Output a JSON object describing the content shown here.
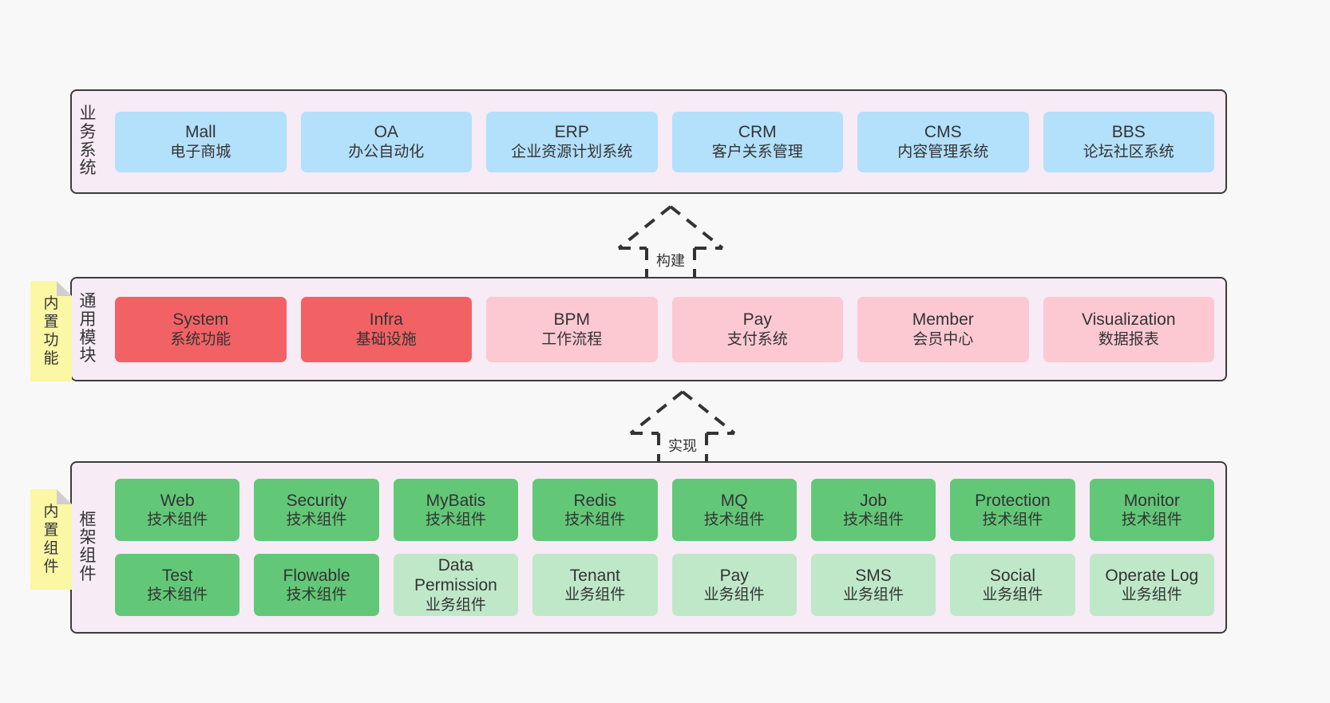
{
  "layers": [
    {
      "key": "business",
      "label_chars": [
        "业",
        "务",
        "系",
        "统"
      ],
      "rows": [
        [
          {
            "en": "Mall",
            "cn": "电子商城"
          },
          {
            "en": "OA",
            "cn": "办公自动化"
          },
          {
            "en": "ERP",
            "cn": "企业资源计划系统"
          },
          {
            "en": "CRM",
            "cn": "客户关系管理"
          },
          {
            "en": "CMS",
            "cn": "内容管理系统"
          },
          {
            "en": "BBS",
            "cn": "论坛社区系统"
          }
        ]
      ]
    },
    {
      "key": "modules",
      "label_chars": [
        "通",
        "用",
        "模",
        "块"
      ],
      "rows": [
        [
          {
            "en": "System",
            "cn": "系统功能"
          },
          {
            "en": "Infra",
            "cn": "基础设施"
          },
          {
            "en": "BPM",
            "cn": "工作流程"
          },
          {
            "en": "Pay",
            "cn": "支付系统"
          },
          {
            "en": "Member",
            "cn": "会员中心"
          },
          {
            "en": "Visualization",
            "cn": "数据报表"
          }
        ]
      ]
    },
    {
      "key": "framework",
      "label_chars": [
        "框",
        "架",
        "组",
        "件"
      ],
      "rows": [
        [
          {
            "en": "Web",
            "cn": "技术组件"
          },
          {
            "en": "Security",
            "cn": "技术组件"
          },
          {
            "en": "MyBatis",
            "cn": "技术组件"
          },
          {
            "en": "Redis",
            "cn": "技术组件"
          },
          {
            "en": "MQ",
            "cn": "技术组件"
          },
          {
            "en": "Job",
            "cn": "技术组件"
          },
          {
            "en": "Protection",
            "cn": "技术组件"
          },
          {
            "en": "Monitor",
            "cn": "技术组件"
          }
        ],
        [
          {
            "en": "Test",
            "cn": "技术组件"
          },
          {
            "en": "Flowable",
            "cn": "技术组件"
          },
          {
            "en": "Data Permission",
            "cn": "业务组件"
          },
          {
            "en": "Tenant",
            "cn": "业务组件"
          },
          {
            "en": "Pay",
            "cn": "业务组件"
          },
          {
            "en": "SMS",
            "cn": "业务组件"
          },
          {
            "en": "Social",
            "cn": "业务组件"
          },
          {
            "en": "Operate Log",
            "cn": "业务组件"
          }
        ]
      ]
    }
  ],
  "notes": [
    {
      "key": "builtin_function",
      "chars": [
        "内",
        "置",
        "功",
        "能"
      ]
    },
    {
      "key": "builtin_component",
      "chars": [
        "内",
        "置",
        "组",
        "件"
      ]
    }
  ],
  "arrows": [
    {
      "key": "build",
      "label": "构建"
    },
    {
      "key": "realize",
      "label": "实现"
    }
  ],
  "colors": {
    "canvas": "#f8f8f8",
    "layer_bg": "#f7ebf5",
    "layer_border": "#3c3c3c",
    "business_cell": "#b3e0fb",
    "module_strong": "#f26264",
    "module_soft": "#fcc9d2",
    "framework_tech": "#62c878",
    "framework_biz": "#bfe8c9",
    "note_bg": "#fbf7a5",
    "note_fold": "#cfcfcf",
    "text": "#333333"
  }
}
